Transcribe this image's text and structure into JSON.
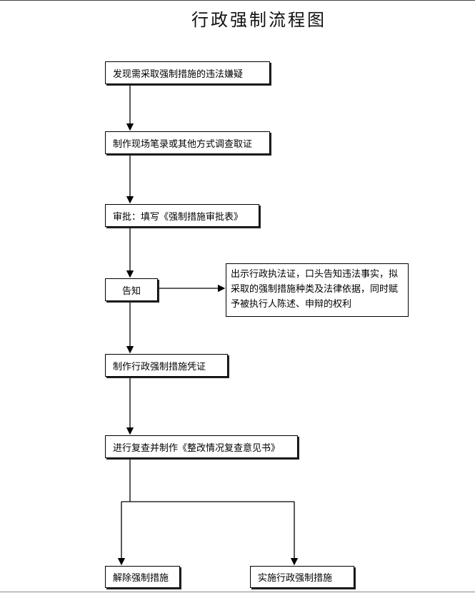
{
  "title": "行政强制流程图",
  "steps": {
    "s1": "发现需采取强制措施的违法嫌疑",
    "s2": "制作现场笔录或其他方式调查取证",
    "s3": "审批：填写《强制措施审批表》",
    "s4": "告知",
    "s4_note": "出示行政执法证，口头告知违法事实，拟采取的强制措施种类及法律依据，同时赋予被执行人陈述、申辩的权利",
    "s5": "制作行政强制措施凭证",
    "s6": "进行复查并制作《整改情况复查意见书》",
    "s7a": "解除强制措施",
    "s7b": "实施行政强制措施"
  }
}
